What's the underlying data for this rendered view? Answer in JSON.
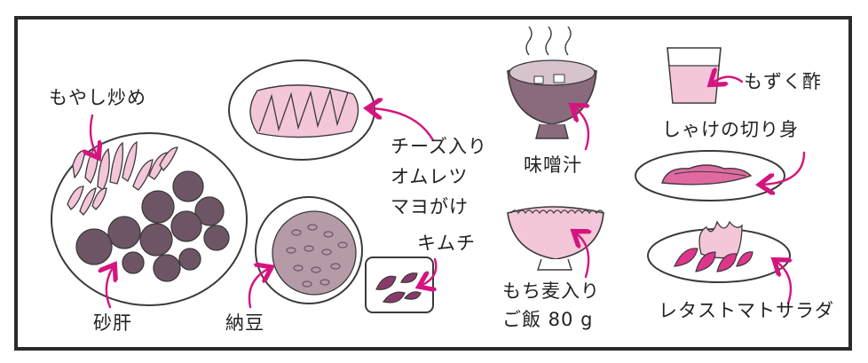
{
  "colors": {
    "border": "#2b2b2b",
    "arrow": "#d4157f",
    "pink_fill": "#f4c6da",
    "mauve_fill": "#8a6a7d",
    "dark_fill": "#6e5566",
    "outline": "#3a3a3a"
  },
  "labels": {
    "moyashi": "もやし炒め",
    "sunagimo": "砂肝",
    "cheese_line1": "チーズ入り",
    "cheese_line2": "オムレツ",
    "cheese_line3": "マヨがけ",
    "natto": "納豆",
    "kimchi": "キムチ",
    "misoshiru": "味噌汁",
    "rice_line1": "もち麦入り",
    "rice_line2": "ご飯 80 g",
    "mozuku": "もずく酢",
    "salmon": "しゃけの切り身",
    "salad": "レタストマトサラダ"
  }
}
